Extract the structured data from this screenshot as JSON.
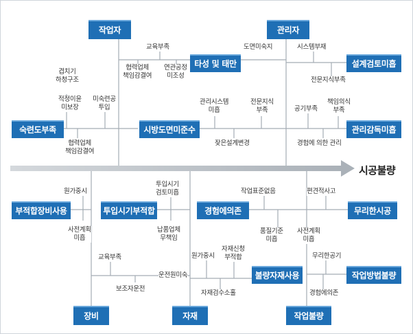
{
  "result": "시공불량",
  "top_causes": {
    "worker": "작업자",
    "manager": "관리자"
  },
  "bottom_causes": {
    "equipment": "장비",
    "material": "자재",
    "work_defect": "작업불량"
  },
  "sub_causes": {
    "unskilled": "숙련도부족",
    "carelessness": "타성 및 태만",
    "design_review_lack": "설계검토미흡",
    "construction_noncompliance": "시방도면미준수",
    "supervision_lack": "관리감독미흡",
    "unsuitable_equipment": "부적합장비사용",
    "improper_input_time": "투입시기부적합",
    "lack_experience": "경험에의존",
    "unreasonable_construction": "무리한시공",
    "defective_material": "불량자재사용",
    "method_defect": "작업방법불량"
  },
  "labels": {
    "edu_lack": "교육부족",
    "drawing_unfamiliar": "도면미숙지",
    "system_absent": "시스템부재",
    "subcontract_structure": "겹치기\n하청구조",
    "wage_unpaid": "적정이윤\n미보장",
    "field_unexperienced": "미숙련공\n투입",
    "partner_resp_lack": "협력업체\n책임감결여",
    "linked_process": "연관공정\n미조성",
    "expert_knowledge": "전문지식부족",
    "mgmt_system": "관리시스템\n미흡",
    "expert_lack": "전문지식\n부족",
    "period_lack": "공기부족",
    "responsibility": "책임의식\n부족",
    "partner_resp_lack2": "협력업체\n책임감결여",
    "design_change": "잦은설계변경",
    "experience_mgmt": "경험에 의한 관리",
    "cost_focus_eq": "원가중시",
    "plan_lack_eq": "사전계획\n미흡",
    "input_review": "투입시기\n검토미흡",
    "supplier_resp": "납품업체\n무책임",
    "standard_absent": "작업표준없음",
    "convenience_work": "편견적사고",
    "quality_standard": "품질기준\n미흡",
    "plan_lack": "사전계획\n미흡",
    "edu_lack2": "교육부족",
    "operator_unskilled": "운전원미숙",
    "assistant_operation": "보조자운전",
    "cost_focus": "원가중시",
    "material_request": "자재신청\n부적합",
    "material_inspection": "자재검수소홀",
    "unreasonable_period": "무리한공기",
    "experience_dep": "경험에의존"
  },
  "colors": {
    "box": "#1f6fb5",
    "box_highlight": "#6aa8dc",
    "line": "#9ea7b0",
    "spine": "#b8bec4"
  }
}
